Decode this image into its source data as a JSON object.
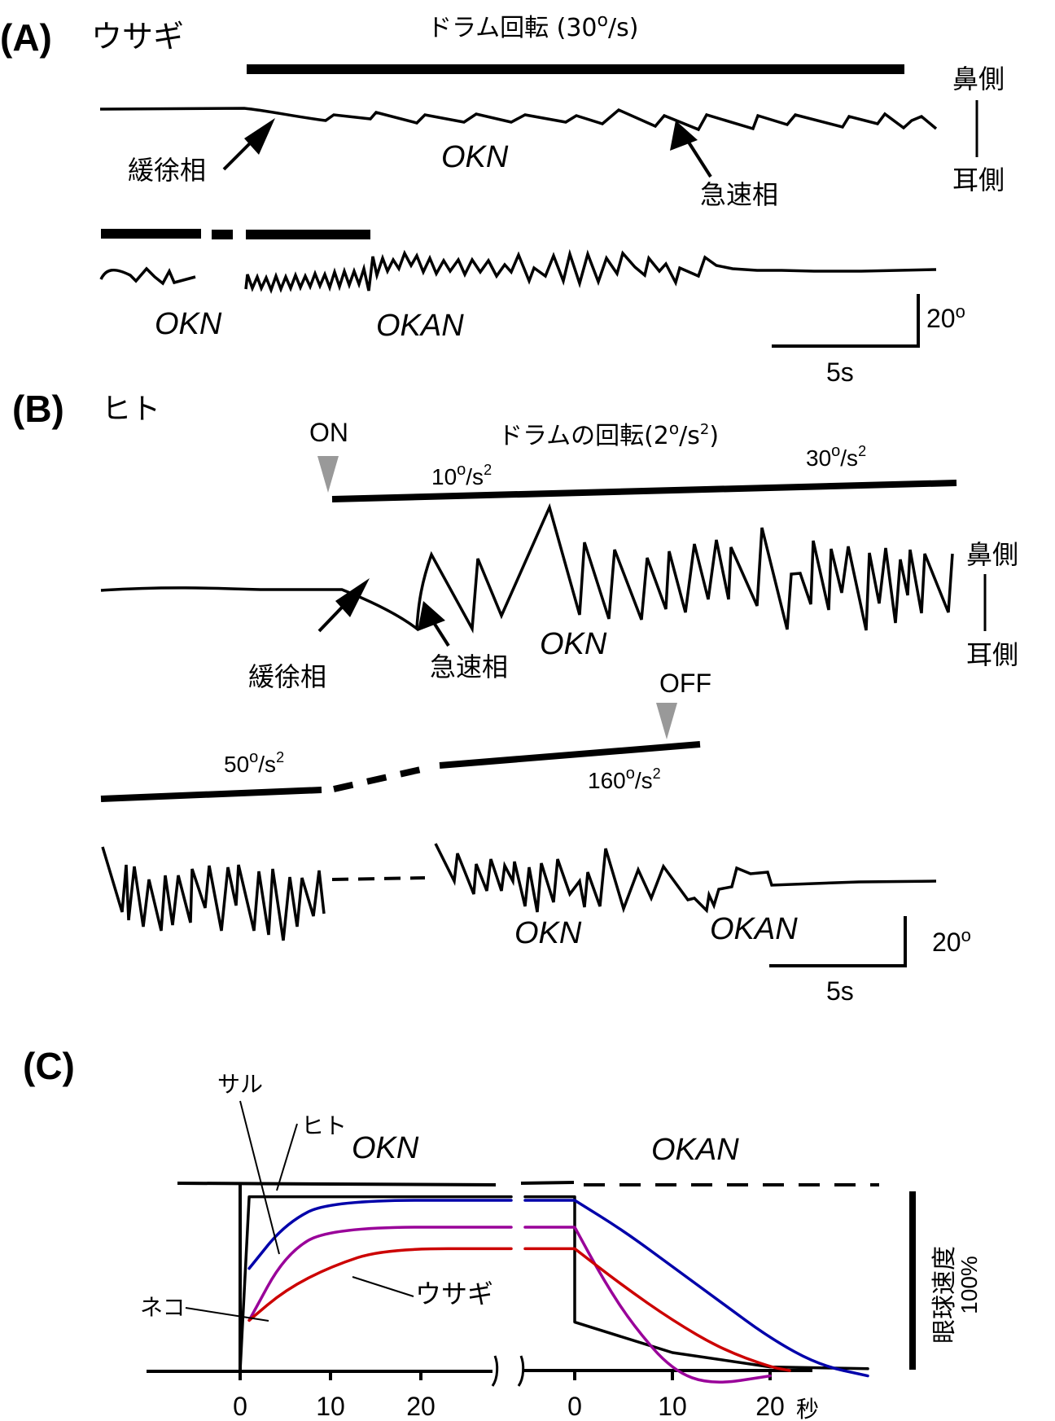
{
  "panel_a": {
    "label": "(A)",
    "species": "ウサギ",
    "drum_label": "ドラム回転 (30",
    "drum_unit": "/s)",
    "degree": "o",
    "nasal": "鼻側",
    "temporal": "耳側",
    "slow_phase": "緩徐相",
    "fast_phase": "急速相",
    "okn_1": "OKN",
    "okn_2": "OKN",
    "okan": "OKAN",
    "scale_deg": "20",
    "scale_time": "5s"
  },
  "panel_b": {
    "label": "(B)",
    "species": "ヒト",
    "on": "ON",
    "off": "OFF",
    "drum_label": "ドラムの回転(2",
    "drum_unit": "/s",
    "drum_close": ")",
    "sq": "2",
    "degree": "o",
    "acc_10": "10",
    "acc_30": "30",
    "acc_50": "50",
    "acc_160": "160",
    "acc_unit": "/s",
    "nasal": "鼻側",
    "temporal": "耳側",
    "slow_phase": "緩徐相",
    "fast_phase": "急速相",
    "okn_1": "OKN",
    "okn_2": "OKN",
    "okan": "OKAN",
    "scale_deg": "20",
    "scale_time": "5s",
    "marker_color": "#999999"
  },
  "panel_c": {
    "label": "(C)",
    "okn_title": "OKN",
    "okan_title": "OKAN",
    "y_label": "眼球速度",
    "y_scale": "100%",
    "x_unit": "秒",
    "okn_ticks": [
      "0",
      "10",
      "20"
    ],
    "okan_ticks": [
      "0",
      "10",
      "20"
    ],
    "legend": [
      {
        "name": "サル",
        "color": "#0000aa"
      },
      {
        "name": "ヒト",
        "color": "#000000"
      },
      {
        "name": "ネコ",
        "color": "#990099"
      },
      {
        "name": "ウサギ",
        "color": "#cc0000"
      }
    ]
  },
  "chart_data": {
    "type": "line",
    "title": "",
    "xlabel": "秒",
    "ylabel": "眼球速度 100%",
    "segments": [
      "OKN",
      "OKAN"
    ],
    "x_ticks_okn": [
      0,
      10,
      20
    ],
    "x_ticks_okan": [
      0,
      10,
      20
    ],
    "ylim": [
      0,
      100
    ],
    "series": [
      {
        "name": "ヒト",
        "color": "#000000",
        "okn": {
          "x": [
            0,
            1,
            30
          ],
          "y": [
            0,
            97,
            97
          ]
        },
        "okan": {
          "x": [
            0,
            0,
            10,
            20,
            30
          ],
          "y": [
            97,
            27,
            10,
            2,
            1
          ]
        }
      },
      {
        "name": "サル",
        "color": "#0000aa",
        "okn": {
          "x": [
            1,
            5,
            10,
            30
          ],
          "y": [
            57,
            82,
            95,
            95
          ]
        },
        "okan": {
          "x": [
            0,
            5,
            10,
            15,
            20,
            25,
            30
          ],
          "y": [
            95,
            78,
            58,
            38,
            18,
            3,
            -3
          ]
        }
      },
      {
        "name": "ネコ",
        "color": "#990099",
        "okn": {
          "x": [
            1,
            5,
            10,
            30
          ],
          "y": [
            28,
            65,
            80,
            80
          ]
        },
        "okan": {
          "x": [
            0,
            3,
            6,
            10,
            14,
            20
          ],
          "y": [
            80,
            50,
            25,
            0,
            -8,
            -3
          ]
        }
      },
      {
        "name": "ウサギ",
        "color": "#cc0000",
        "okn": {
          "x": [
            1,
            5,
            10,
            16,
            30
          ],
          "y": [
            28,
            45,
            58,
            68,
            68
          ]
        },
        "okan": {
          "x": [
            0,
            5,
            10,
            15,
            20,
            22
          ],
          "y": [
            68,
            47,
            28,
            12,
            2,
            0
          ]
        }
      }
    ]
  }
}
